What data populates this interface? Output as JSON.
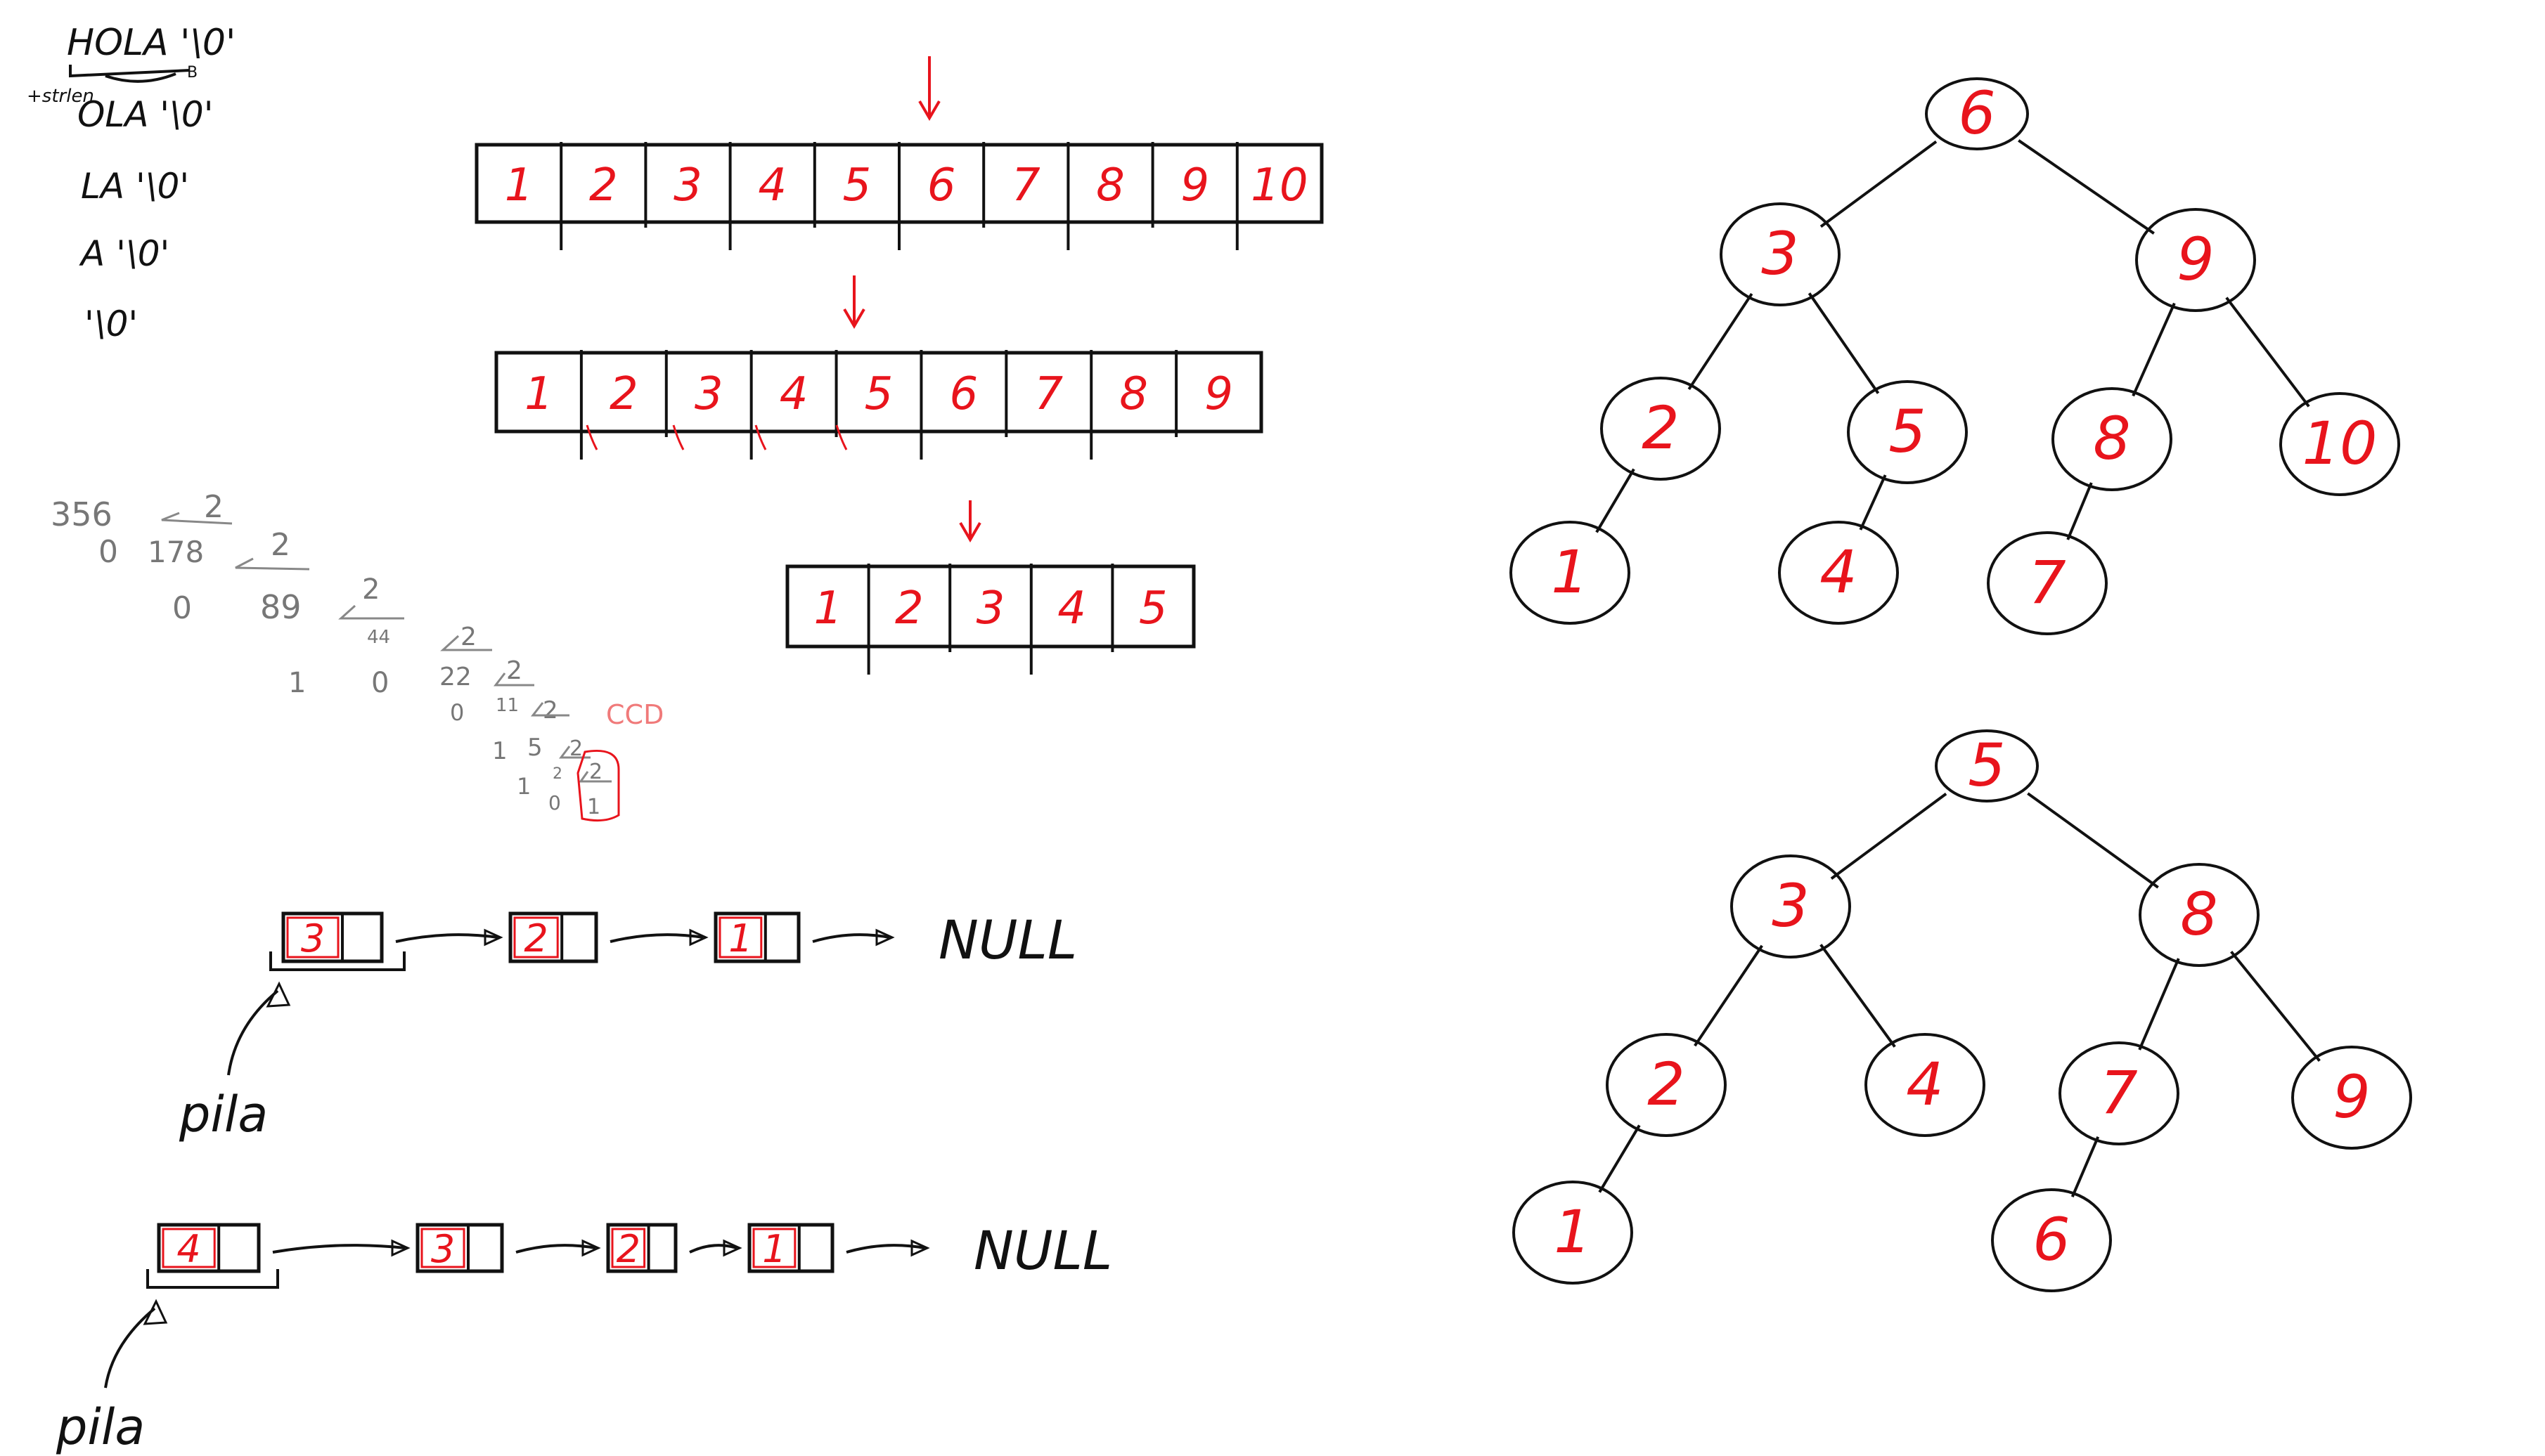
{
  "colors": {
    "ink": "#111111",
    "red": "#e8141c",
    "pencil": "#777777",
    "pink": "#f07a7a",
    "background": "#ffffff"
  },
  "string_notes": {
    "lines": [
      "HOLA '\\0'",
      "OLA '\\0'",
      "LA '\\0'",
      "A '\\0'",
      "'\\0'"
    ],
    "side_label": "+strlen",
    "sub_mark": "B"
  },
  "arrays": [
    {
      "cells": [
        "1",
        "2",
        "3",
        "4",
        "5",
        "6",
        "7",
        "8",
        "9",
        "10"
      ]
    },
    {
      "cells": [
        "1",
        "2",
        "3",
        "4",
        "5",
        "6",
        "7",
        "8",
        "9"
      ]
    },
    {
      "cells": [
        "1",
        "2",
        "3",
        "4",
        "5"
      ]
    }
  ],
  "division": {
    "dividends": [
      "356",
      "178",
      "89",
      "44",
      "22",
      "11",
      "5",
      "2"
    ],
    "divisor": "2",
    "remainders": [
      "0",
      "0",
      "1",
      "0",
      "0",
      "1",
      "1",
      "0"
    ],
    "last_quotient": "1",
    "annotation": "CCD"
  },
  "stacks": [
    {
      "nodes": [
        "3",
        "2",
        "1"
      ],
      "end_label": "NULL",
      "pointer_label": "pila"
    },
    {
      "nodes": [
        "4",
        "3",
        "2",
        "1"
      ],
      "end_label": "NULL",
      "pointer_label": "pila"
    }
  ],
  "trees": [
    {
      "root": "6",
      "level1": [
        "3",
        "9"
      ],
      "level2": [
        "2",
        "5",
        "8",
        "10"
      ],
      "level3": [
        "1",
        "4",
        "7"
      ]
    },
    {
      "root": "5",
      "level1": [
        "3",
        "8"
      ],
      "level2": [
        "2",
        "4",
        "7",
        "9"
      ],
      "level3": [
        "1",
        "6"
      ]
    }
  ]
}
